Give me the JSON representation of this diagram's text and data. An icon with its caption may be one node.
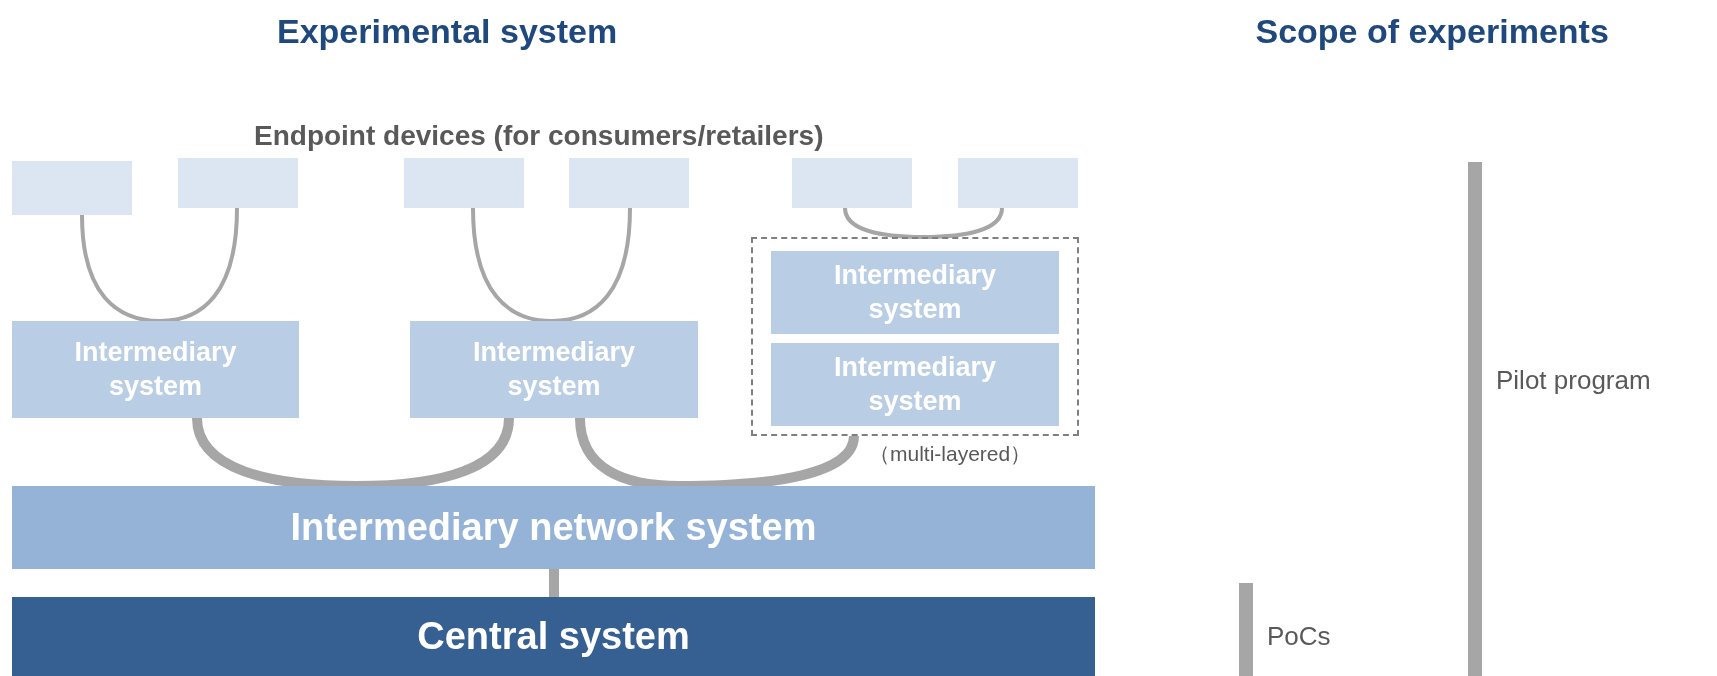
{
  "diagram": {
    "nodes": [
      {
        "text": [],
        "shape": "box"
      },
      {
        "text": [],
        "shape": "box"
      },
      {
        "text": [],
        "shape": "box"
      },
      {
        "text": [],
        "shape": "box"
      },
      {
        "text": [],
        "shape": "box"
      },
      {
        "text": [],
        "shape": "box"
      },
      {
        "text": [
          "Intermediary system"
        ]
      },
      {
        "text": [
          "Intermediary system"
        ]
      },
      {
        "text": [],
        "shape": "box",
        "beside": [
          "（multi-layered）"
        ]
      },
      {
        "text": [
          "Intermediary system"
        ],
        "in": 8
      },
      {
        "text": [
          "Intermediary system"
        ],
        "in": 8
      },
      {
        "text": [
          "Intermediary network system"
        ]
      },
      {
        "text": [
          "Central system"
        ]
      },
      {
        "text": [],
        "shape": "bar",
        "beside": [
          "Pilot program"
        ]
      },
      {
        "text": [],
        "shape": "bar",
        "beside": [
          "PoCs"
        ]
      }
    ],
    "edges": [
      {
        "from": 0,
        "to": 6,
        "arrow": "none"
      },
      {
        "from": 1,
        "to": 6,
        "arrow": "none"
      },
      {
        "from": 2,
        "to": 7,
        "arrow": "none"
      },
      {
        "from": 3,
        "to": 7,
        "arrow": "none"
      },
      {
        "from": 4,
        "to": 8,
        "arrow": "none"
      },
      {
        "from": 5,
        "to": 8,
        "arrow": "none"
      },
      {
        "from": 6,
        "to": 11,
        "arrow": "none",
        "style": "thick"
      },
      {
        "from": 7,
        "to": 11,
        "arrow": "none",
        "style": "thick"
      },
      {
        "from": 7,
        "to": 11,
        "arrow": "none",
        "style": "thick"
      },
      {
        "from": 8,
        "to": 11,
        "arrow": "none",
        "style": "thick"
      },
      {
        "from": 11,
        "to": 12,
        "arrow": "none",
        "style": "thick"
      }
    ],
    "labels": [
      "Experimental system",
      "Scope of experiments",
      "Endpoint devices (for consumers/retailers)"
    ]
  }
}
